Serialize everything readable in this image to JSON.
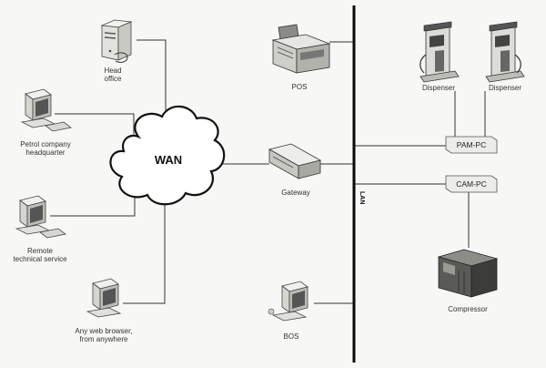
{
  "wan": {
    "label": "WAN"
  },
  "lan": {
    "label": "LAN"
  },
  "nodes": {
    "head_office": [
      "Head",
      "office"
    ],
    "petrol_hq": [
      "Petrol company",
      "headquarter"
    ],
    "remote_service": [
      "Remote",
      "technical service"
    ],
    "web_browser": [
      "Any web browser,",
      "from anywhere"
    ],
    "pos": [
      "POS"
    ],
    "gateway": [
      "Gateway"
    ],
    "bos": [
      "BOS"
    ],
    "dispenser_1": [
      "Dispenser"
    ],
    "dispenser_2": [
      "Dispenser"
    ],
    "pam_pc": [
      "PAM-PC"
    ],
    "cam_pc": [
      "CAM-PC"
    ],
    "compressor": [
      "Compressor"
    ]
  },
  "colors": {
    "line": "#222222",
    "lan_bus": "#0a0a0a",
    "device_body": "#e4e4e0",
    "device_dark": "#555555",
    "box_fill": "#ececea"
  },
  "icons": {
    "head_office": "tower-pc-icon",
    "petrol_hq": "desktop-computer-icon",
    "remote_service": "desktop-computer-icon",
    "web_browser": "desktop-computer-icon",
    "pos": "cash-register-icon",
    "gateway": "gateway-device-icon",
    "bos": "desktop-computer-icon",
    "dispenser": "fuel-dispenser-icon",
    "compressor": "compressor-icon"
  }
}
